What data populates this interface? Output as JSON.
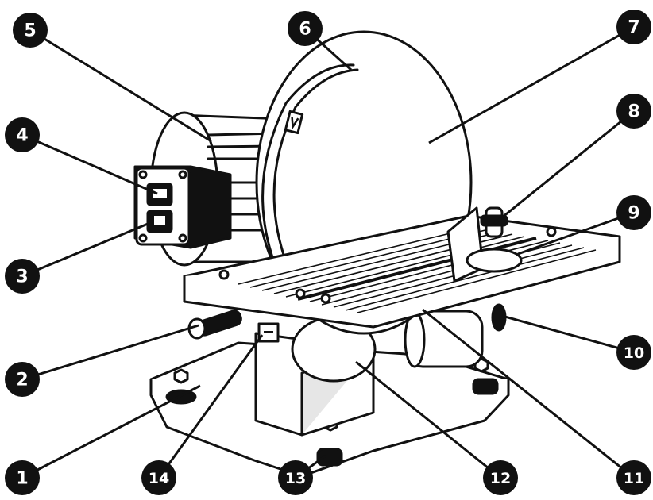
{
  "callouts": [
    {
      "id": "1",
      "label": "1"
    },
    {
      "id": "2",
      "label": "2"
    },
    {
      "id": "3",
      "label": "3"
    },
    {
      "id": "4",
      "label": "4"
    },
    {
      "id": "5",
      "label": "5"
    },
    {
      "id": "6",
      "label": "6"
    },
    {
      "id": "7",
      "label": "7"
    },
    {
      "id": "8",
      "label": "8"
    },
    {
      "id": "9",
      "label": "9"
    },
    {
      "id": "10",
      "label": "10"
    },
    {
      "id": "11",
      "label": "11"
    },
    {
      "id": "12",
      "label": "12"
    },
    {
      "id": "13",
      "label": "13"
    },
    {
      "id": "14",
      "label": "14"
    }
  ],
  "colors": {
    "ink": "#111111",
    "paper": "#ffffff",
    "shade": "#e6e6e6"
  },
  "icons": {
    "direction_arrow": "arrow-down-icon"
  }
}
